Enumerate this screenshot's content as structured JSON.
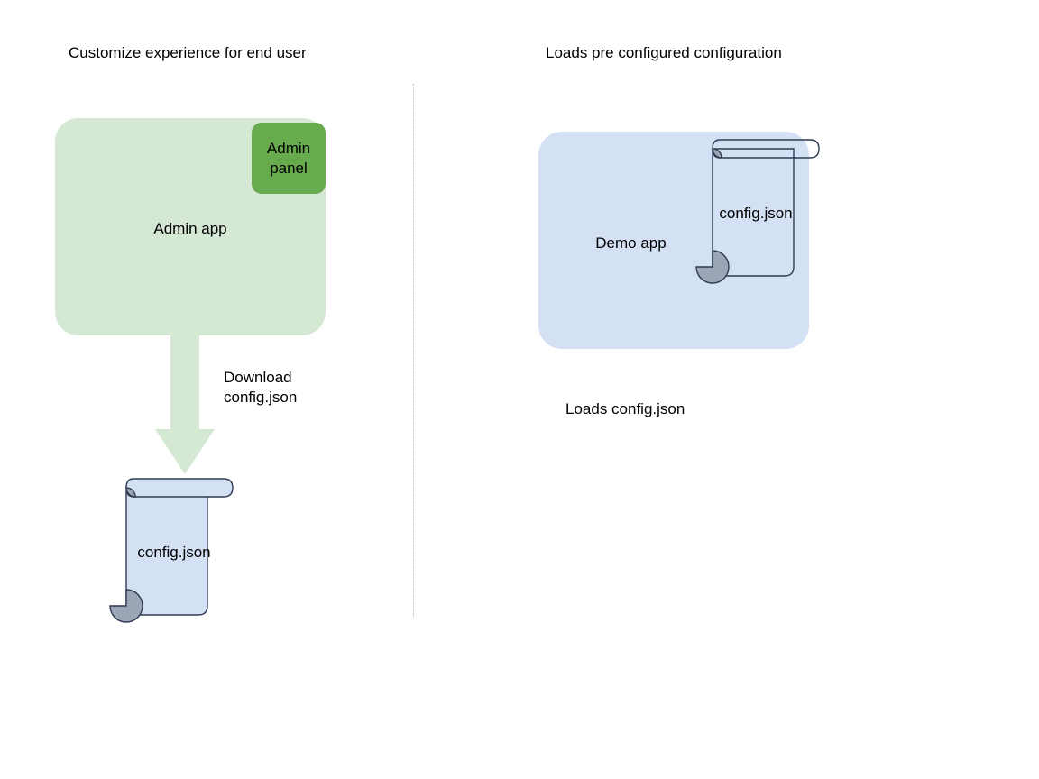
{
  "diagram": {
    "title_left": "Customize experience for end user",
    "title_right": "Loads pre configured configuration",
    "left_column": {
      "app_box_label": "Admin app",
      "panel_label": "Admin\npanel",
      "arrow_label": "Download\nconfig.json",
      "document_label": "config.json"
    },
    "right_column": {
      "app_box_label": "Demo app",
      "document_label": "config.json",
      "caption": "Loads config.json"
    },
    "colors": {
      "admin_app_fill": "#d5e8d4",
      "admin_panel_fill": "#67ab4e",
      "demo_app_fill": "#d4e1f5",
      "document_fill": "#d4e1f5",
      "document_stroke": "#2f3b52",
      "document_roll_fill": "#9aa5b5",
      "arrow_fill": "#d5e8d4",
      "divider_stroke": "#b8b8b8",
      "text": "#000000"
    }
  }
}
